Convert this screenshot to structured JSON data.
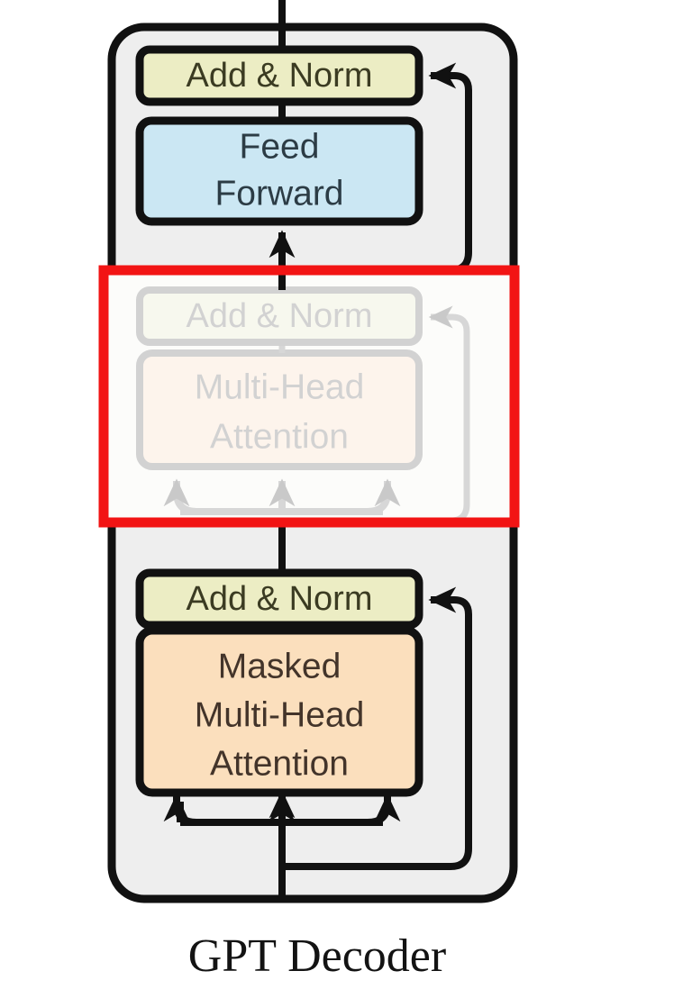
{
  "figure": {
    "caption": "GPT Decoder",
    "background_color": "#ffffff",
    "panel_color": "#eeeeee",
    "stroke_color": "#111111",
    "faded_stroke_color": "#c9c9c9",
    "faded_text_color": "#cfcfcf",
    "highlight_color": "#f21414"
  },
  "blocks": {
    "top_add_norm": {
      "label": "Add & Norm",
      "fill": "#ecedc4",
      "stroke": "#111111",
      "text_color": "#3b3b22",
      "state": "active"
    },
    "feed_forward": {
      "line1": "Feed",
      "line2": "Forward",
      "label": "Feed Forward",
      "fill": "#cbe7f3",
      "stroke": "#111111",
      "text_color": "#2c3c45",
      "state": "active"
    },
    "faded_add_norm": {
      "label": "Add & Norm",
      "fill": "#f7f8ee",
      "stroke": "#d2d2d2",
      "text_color": "#d2d2d2",
      "state": "faded"
    },
    "faded_multi_head_attention": {
      "line1": "Multi-Head",
      "line2": "Attention",
      "label": "Multi-Head Attention",
      "fill": "#fdf4ec",
      "stroke": "#d2d2d2",
      "text_color": "#d2d2d2",
      "state": "faded"
    },
    "bottom_add_norm": {
      "label": "Add & Norm",
      "fill": "#ecedc4",
      "stroke": "#111111",
      "text_color": "#3b3b22",
      "state": "active"
    },
    "masked_multi_head_attention": {
      "line1": "Masked",
      "line2": "Multi-Head",
      "line3": "Attention",
      "label": "Masked Multi-Head Attention",
      "fill": "#fbdfbd",
      "stroke": "#111111",
      "text_color": "#43342a",
      "state": "active"
    }
  },
  "annotations": {
    "highlight_rectangle": {
      "name": "cross-attention-removed-highlight",
      "color": "#f21414",
      "covers": "Add & Norm + Multi-Head Attention (cross-attention) sublayer"
    }
  },
  "connections": [
    {
      "name": "input-stem",
      "from": "bottom-input",
      "to": "masked-multi-head-attention",
      "style": "solid"
    },
    {
      "name": "qkv-fan-out-bottom",
      "count": 3,
      "style": "solid-curved-arrows"
    },
    {
      "name": "residual-bottom",
      "from": "bottom-input",
      "to": "bottom-add-norm",
      "style": "solid"
    },
    {
      "name": "masked-attention-to-add-norm",
      "style": "solid"
    },
    {
      "name": "add-norm-to-faded-section",
      "style": "solid"
    },
    {
      "name": "qkv-fan-out-faded",
      "count": 3,
      "style": "faded-curved-arrows"
    },
    {
      "name": "residual-faded",
      "style": "faded"
    },
    {
      "name": "feed-forward-stem",
      "from": "faded-section",
      "to": "feed-forward",
      "style": "solid-arrow"
    },
    {
      "name": "feed-forward-to-add-norm",
      "style": "solid"
    },
    {
      "name": "residual-top",
      "to": "top-add-norm",
      "style": "solid-arrow"
    },
    {
      "name": "output-stem",
      "from": "top-add-norm",
      "to": "top-output",
      "style": "solid"
    }
  ]
}
